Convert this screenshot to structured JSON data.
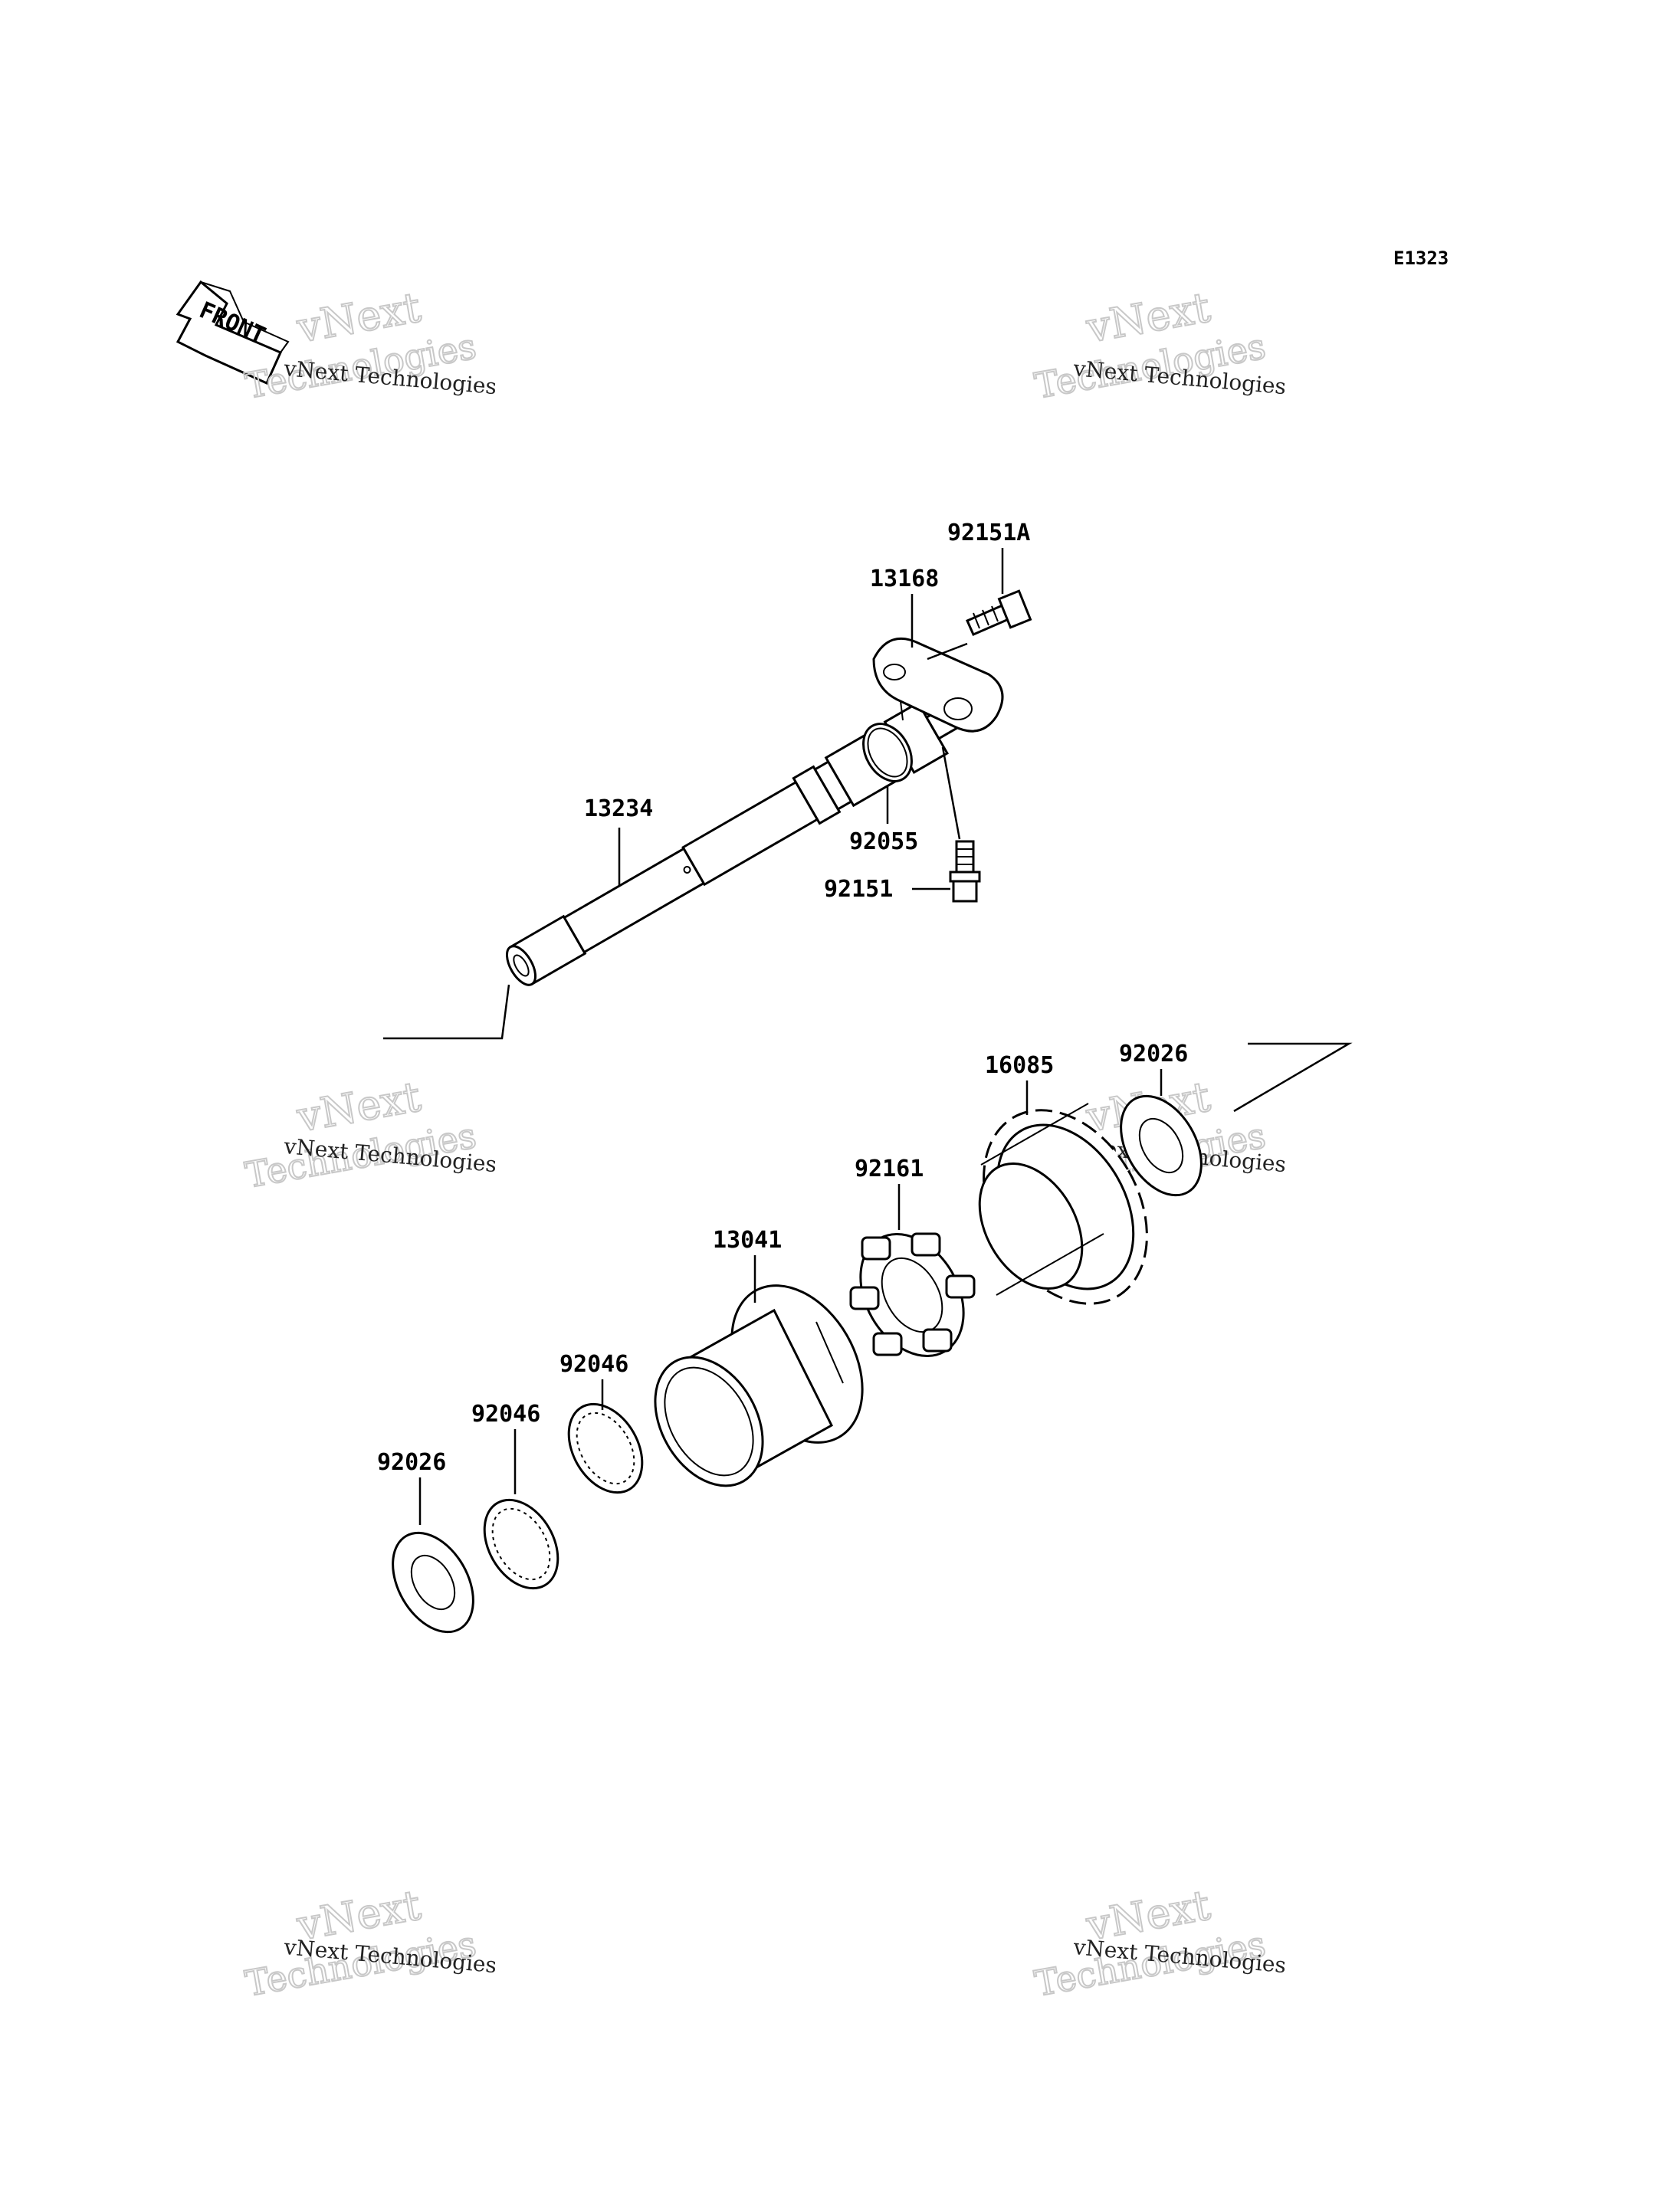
{
  "diagram_code": "E1323",
  "front_label": "FRONT",
  "watermark": {
    "line1": "vNext",
    "line2": "Technologies",
    "caption": "vNext Technologies"
  },
  "parts": {
    "p13234": "13234",
    "p13168": "13168",
    "p92151A": "92151A",
    "p92055": "92055",
    "p92151": "92151",
    "p92026_top": "92026",
    "p16085": "16085",
    "p92161": "92161",
    "p13041": "13041",
    "p92046_a": "92046",
    "p92046_b": "92046",
    "p92026_bottom": "92026"
  }
}
